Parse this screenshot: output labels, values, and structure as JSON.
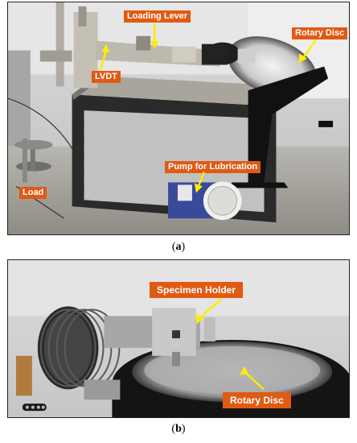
{
  "figure": {
    "panel_a": {
      "caption_open": "(",
      "caption_letter": "a",
      "caption_close": ")",
      "labels": {
        "loading_lever": "Loading Lever",
        "rotary_disc": "Rotary Disc",
        "lvdt": "LVDT",
        "pump": "Pump for Lubrication",
        "load": "Load"
      },
      "label_color": "#e05a14",
      "arrow_color": "#ffeb00"
    },
    "panel_b": {
      "caption_open": "(",
      "caption_letter": "b",
      "caption_close": ")",
      "labels": {
        "specimen_holder": "Specimen Holder",
        "rotary_disc": "Rotary Disc"
      }
    }
  }
}
